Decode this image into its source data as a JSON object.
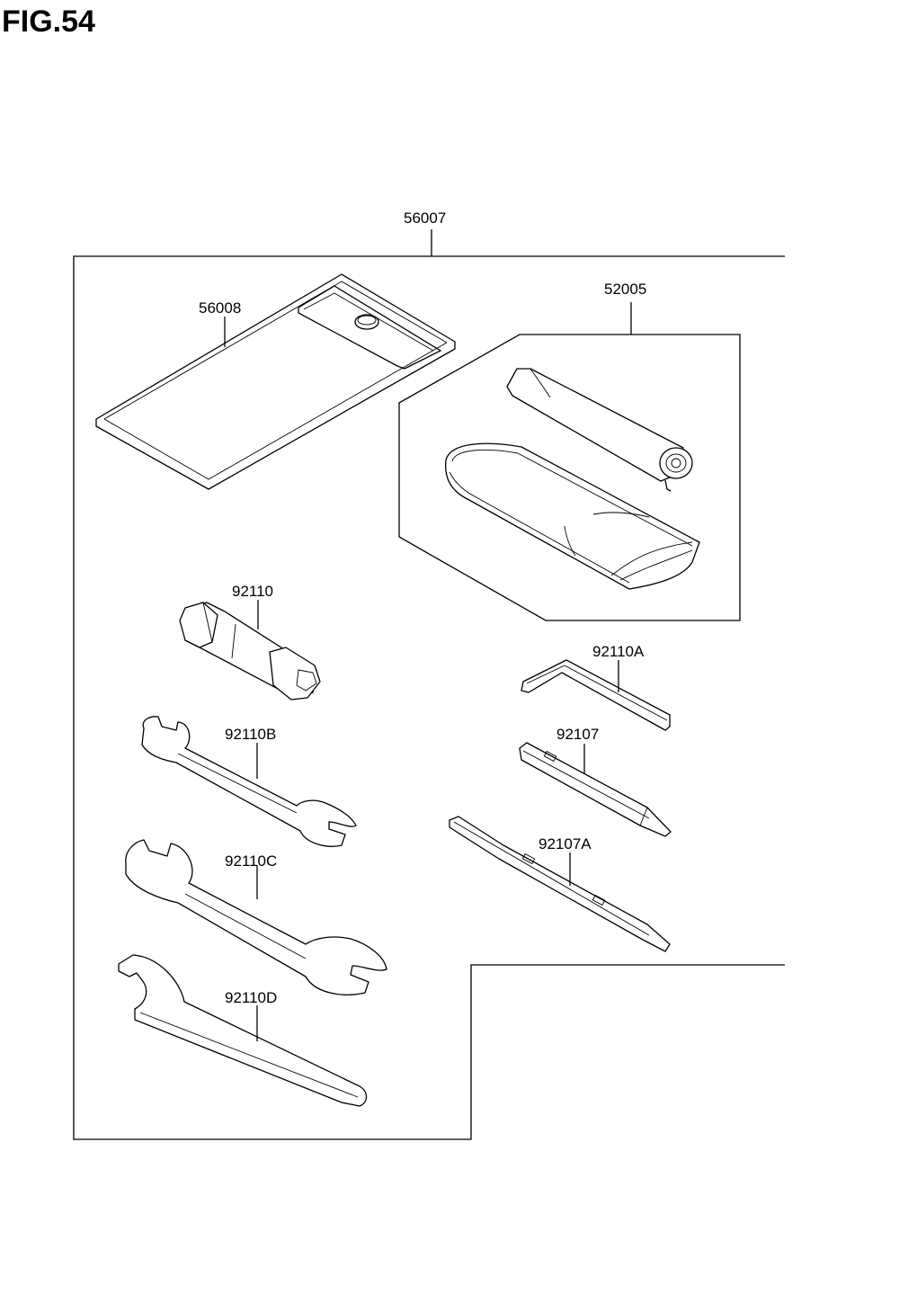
{
  "figure": {
    "title": "FIG.54"
  },
  "labels": {
    "toolkit_set": "56007",
    "tool_bag": "56008",
    "bag_contents_group": "52005",
    "plug_wrench": "92110",
    "hex_key": "92110A",
    "screwdriver": "92107",
    "screwdriver_double": "92107A",
    "wrench_small": "92110B",
    "wrench_large": "92110C",
    "pin_spanner": "92110D"
  }
}
